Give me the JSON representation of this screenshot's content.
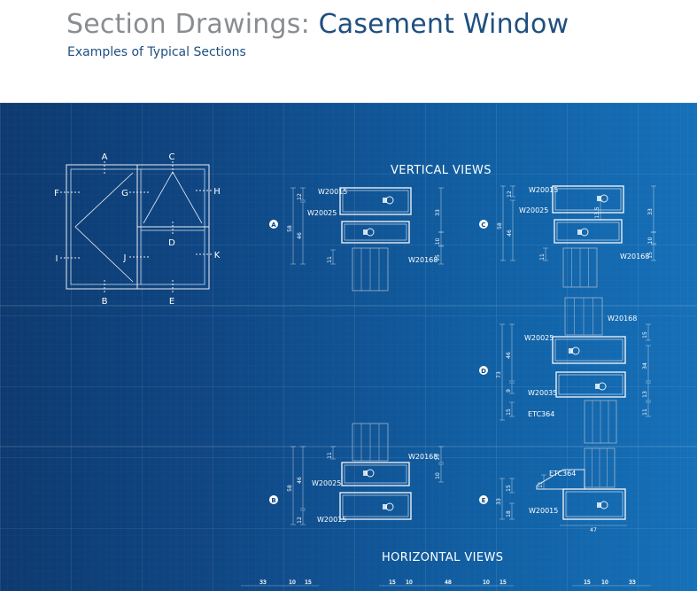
{
  "header": {
    "title_prefix": "Section Drawings: ",
    "title_accent": "Casement Window",
    "subtitle": "Examples of Typical Sections"
  },
  "labels": {
    "vertical": "VERTICAL VIEWS",
    "horizontal": "HORIZONTAL VIEWS"
  },
  "elevation_markers": [
    "A",
    "B",
    "C",
    "D",
    "E",
    "F",
    "G",
    "H",
    "I",
    "J",
    "K"
  ],
  "sections": {
    "A": {
      "marker": "A",
      "parts": [
        "W20015",
        "W20025",
        "W20168"
      ],
      "dims": [
        "12",
        "58",
        "46",
        "11",
        "33",
        "10",
        "15"
      ]
    },
    "C": {
      "marker": "C",
      "parts": [
        "W20015",
        "W20025",
        "W20168"
      ],
      "dims": [
        "12",
        "58",
        "46",
        "11",
        "13.5",
        "33",
        "10",
        "15"
      ]
    },
    "D": {
      "marker": "D",
      "parts": [
        "W20168",
        "W20025",
        "W20035",
        "ETC364"
      ],
      "dims": [
        "73",
        "46",
        "9",
        "15",
        "15",
        "34",
        "13",
        "11"
      ]
    },
    "B": {
      "marker": "B",
      "parts": [
        "W20168",
        "W20025",
        "W20015"
      ],
      "dims": [
        "11",
        "58",
        "46",
        "12",
        "15",
        "10"
      ]
    },
    "E": {
      "marker": "E",
      "parts": [
        "ETC364",
        "W20015"
      ],
      "dims": [
        "11",
        "15",
        "18",
        "33",
        "47"
      ]
    }
  },
  "horizontal_dims": [
    "33",
    "10",
    "15",
    "15",
    "10",
    "48",
    "10",
    "15",
    "15",
    "10",
    "33"
  ],
  "colors": {
    "blueprint_dark": "#0d3a70",
    "blueprint_light": "#1670b8",
    "title_grey": "#8a8d90",
    "title_blue": "#1f4f80",
    "frame": "#e9eff6",
    "glazing": "#9fb4cc"
  }
}
